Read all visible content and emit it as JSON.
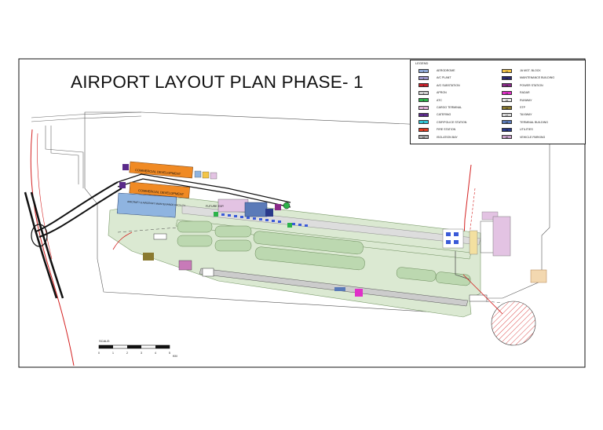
{
  "title": "AIRPORT LAYOUT PLAN PHASE- 1",
  "legend": {
    "heading": "LEGEND",
    "left_items": [
      {
        "code": "1",
        "label": "AERODROME",
        "color": "#8fa8d6"
      },
      {
        "code": "2",
        "label": "A/C PLANT",
        "color": "#9a93c8"
      },
      {
        "code": "3",
        "label": "A/G SUBSTATION",
        "color": "#c8202a"
      },
      {
        "code": "4",
        "label": "APRON",
        "color": "#cfcfcf"
      },
      {
        "code": "5",
        "label": "ATC",
        "color": "#2db34a"
      },
      {
        "code": "6",
        "label": "CARGO TERMINAL",
        "color": "#e0b0d8"
      },
      {
        "code": "7",
        "label": "CATERING",
        "color": "#5a2a8a"
      },
      {
        "code": "8",
        "label": "CSIF/POLICE STATION",
        "color": "#30c8d8"
      },
      {
        "code": "9",
        "label": "FIRE STATION",
        "color": "#e03a20"
      },
      {
        "code": "10",
        "label": "ISOLATION BAY",
        "color": "#a8a8a8"
      }
    ],
    "right_items": [
      {
        "code": "11",
        "label": "JA MGT. BLOCK",
        "color": "#f3c548"
      },
      {
        "code": "12",
        "label": "MAINTENANCE BUILDING",
        "color": "#2c2a6e"
      },
      {
        "code": "13",
        "label": "POWER STATION",
        "color": "#8a2a8a"
      },
      {
        "code": "14",
        "label": "RADAR",
        "color": "#e030c8"
      },
      {
        "code": "15",
        "label": "RUNWAY",
        "color": "#e8e8e8"
      },
      {
        "code": "16",
        "label": "STP",
        "color": "#8a7a30"
      },
      {
        "code": "17",
        "label": "TAXIWAY",
        "color": "#d8d8d8"
      },
      {
        "code": "18",
        "label": "TERMINAL BUILDING",
        "color": "#5a7ab8"
      },
      {
        "code": "19",
        "label": "UTILITIES",
        "color": "#2a3a8a"
      },
      {
        "code": "20",
        "label": "VEHICLE PARKING",
        "color": "#c8a0c8"
      }
    ]
  },
  "labels": {
    "commercial_top": "COMMERCIAL DEVELOPMENT",
    "commercial_bottom": "COMMERCIAL DEVELOPMENT",
    "mro": "AIRCRAFT & AIRCRAFT MAINTENANCE FACILITY",
    "future_exp": "FUTURE EXP."
  },
  "scale": {
    "title": "SCALE:",
    "ticks": [
      "0",
      "1",
      "2",
      "3",
      "4",
      "5"
    ],
    "unit": "KM"
  },
  "colors": {
    "airfield": "#dbe9d2",
    "taxiway_fill": "#bcd8b0",
    "commercial": "#f08a24",
    "terminal": "#8fb4e0",
    "boundary": "#d42020",
    "vehicle_parking": "#e3c3e3"
  }
}
